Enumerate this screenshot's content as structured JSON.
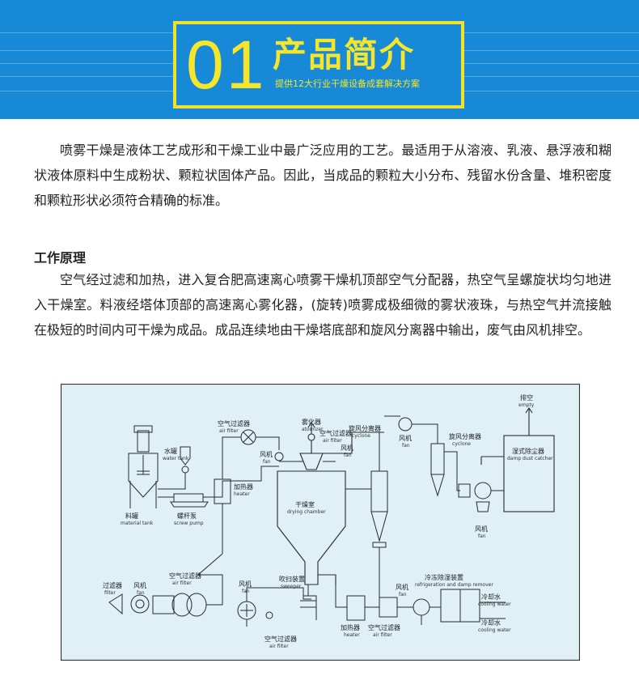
{
  "header": {
    "number": "01",
    "title": "产品简介",
    "subtitle": "提供12大行业干燥设备成套解决方案"
  },
  "intro": {
    "text": "喷雾干燥是液体工艺成形和干燥工业中最广泛应用的工艺。最适用于从溶液、乳液、悬浮液和糊状液体原料中生成粉状、颗粒状固体产品。因此，当成品的颗粒大小分布、残留水份含量、堆积密度和颗粒形状必须符合精确的标准。"
  },
  "principle": {
    "heading": "工作原理",
    "text": "空气经过滤和加热，进入复合肥高速离心喷雾干燥机顶部空气分配器，热空气呈螺旋状均匀地进入干燥室。料液经塔体顶部的高速离心雾化器，(旋转)喷雾成极细微的雾状液珠，与热空气并流接触在极短的时间内可干燥为成品。成品连续地由干燥塔底部和旋风分离器中输出，废气由风机排空。"
  },
  "diagram": {
    "colors": {
      "background": "#dff0f6",
      "line": "#2a2a2a",
      "border": "#333333"
    },
    "labels": {
      "exhaust_cn": "排空",
      "exhaust_en": "empty",
      "air_filter_top_cn": "空气过滤器",
      "air_filter_top_en": "air filter",
      "atomizer_cn": "雾化器",
      "atomizer_en": "atomizer",
      "air_filter_mid_cn": "空气过滤器",
      "air_filter_mid_en": "air filter",
      "fan_mid_cn": "风机",
      "fan_mid_en": "fan",
      "fan_left_top_cn": "风机",
      "fan_left_top_en": "fan",
      "cyclone1_cn": "旋风分离器",
      "cyclone1_en": "cyclone",
      "fan_right_top_cn": "风机",
      "fan_right_top_en": "fan",
      "cyclone2_cn": "旋风分离器",
      "cyclone2_en": "cyclone",
      "wet_dust_cn": "湿式除尘器",
      "wet_dust_en": "damp dust catcher",
      "water_tank_cn": "水罐",
      "water_tank_en": "water tank",
      "heater_cn": "加热器",
      "heater_en": "heater",
      "drying_chamber_cn": "干燥室",
      "drying_chamber_en": "drying chamber",
      "material_tank_cn": "料罐",
      "material_tank_en": "material tank",
      "screw_pump_cn": "螺杆泵",
      "screw_pump_en": "screw pump",
      "fan_right_cn": "风机",
      "fan_right_en": "fan",
      "filter_cn": "过滤器",
      "filter_en": "filter",
      "fan_bl_cn": "风机",
      "fan_bl_en": "fan",
      "air_filter_bl_cn": "空气过滤器",
      "air_filter_bl_en": "air filter",
      "fan_bc_cn": "风机",
      "fan_bc_en": "fan",
      "sweeper_cn": "吹扫装置",
      "sweeper_en": "sweeper",
      "air_filter_bc_cn": "空气过滤器",
      "air_filter_bc_en": "air filter",
      "fan_br_cn": "风机",
      "fan_br_en": "fan",
      "refrig_cn": "冷冻除湿装置",
      "refrig_en": "refrigeration and damp remover",
      "cooling1_cn": "冷却水",
      "cooling1_en": "cooling water",
      "cooling2_cn": "冷却水",
      "cooling2_en": "cooling water",
      "heater_br_cn": "加热器",
      "heater_br_en": "heater",
      "air_filter_br_cn": "空气过滤器",
      "air_filter_br_en": "air filter"
    }
  }
}
